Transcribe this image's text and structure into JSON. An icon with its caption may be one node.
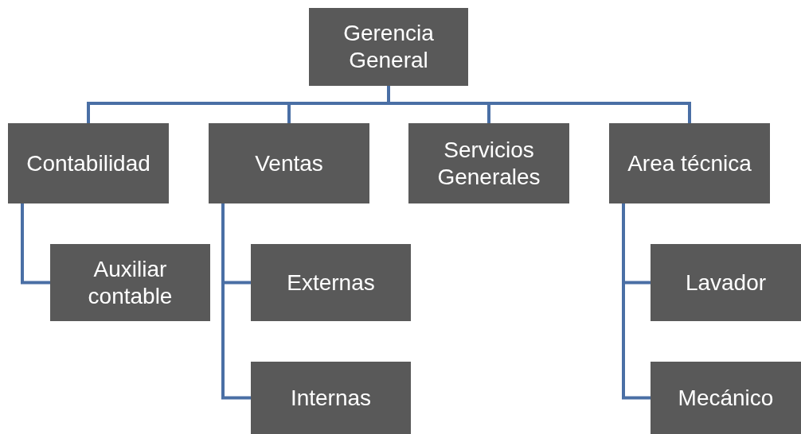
{
  "diagram": {
    "nodes": [
      {
        "text": [
          "Gerencia General"
        ]
      },
      {
        "text": [
          "Contabilidad"
        ]
      },
      {
        "text": [
          "Ventas"
        ]
      },
      {
        "text": [
          "Servicios Generales"
        ]
      },
      {
        "text": [
          "Area técnica"
        ]
      },
      {
        "text": [
          "Auxiliar contable"
        ]
      },
      {
        "text": [
          "Externas"
        ]
      },
      {
        "text": [
          "Internas"
        ]
      },
      {
        "text": [
          "Lavador"
        ]
      },
      {
        "text": [
          "Mecánico"
        ]
      }
    ],
    "edges": [
      {
        "from": 0,
        "to": 1,
        "arrow": "none"
      },
      {
        "from": 0,
        "to": 2,
        "arrow": "none"
      },
      {
        "from": 0,
        "to": 3,
        "arrow": "none"
      },
      {
        "from": 0,
        "to": 4,
        "arrow": "none"
      },
      {
        "from": 1,
        "to": 5,
        "arrow": "none"
      },
      {
        "from": 2,
        "to": 6,
        "arrow": "none"
      },
      {
        "from": 2,
        "to": 7,
        "arrow": "none"
      },
      {
        "from": 4,
        "to": 8,
        "arrow": "none"
      },
      {
        "from": 4,
        "to": 9,
        "arrow": "none"
      }
    ]
  }
}
